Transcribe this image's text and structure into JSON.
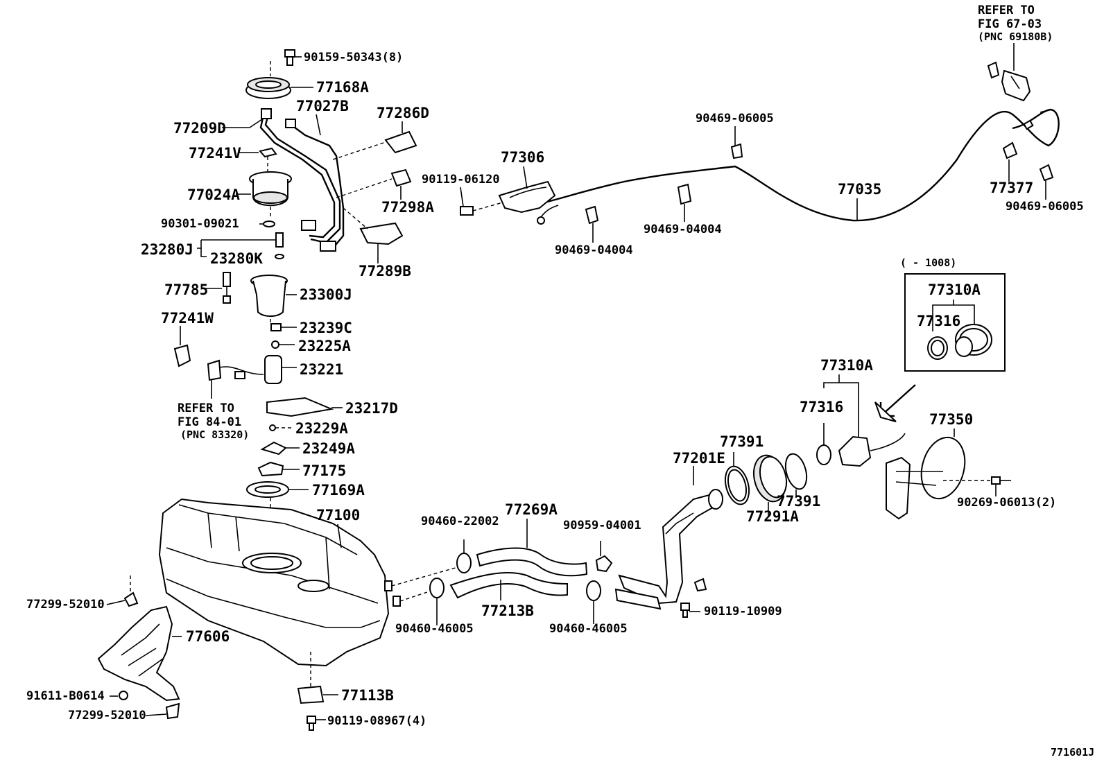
{
  "labels": {
    "refer_top": [
      "REFER TO",
      "FIG 67-03",
      "(PNC 69180B)"
    ],
    "p90159": "90159-50343(8)",
    "p77168A": "77168A",
    "p77027B": "77027B",
    "p77286D": "77286D",
    "p77209D": "77209D",
    "p77241V": "77241V",
    "p77024A": "77024A",
    "p90301": "90301-09021",
    "p23280J": "23280J",
    "p23280K": "23280K",
    "p77298A": "77298A",
    "p77289B": "77289B",
    "p77306": "77306",
    "p90119_06120": "90119-06120",
    "p90469_06005_a": "90469-06005",
    "p77035": "77035",
    "p77377": "77377",
    "p90469_06005_b": "90469-06005",
    "p90469_04004_a": "90469-04004",
    "p90469_04004_b": "90469-04004",
    "p77785": "77785",
    "p23300J": "23300J",
    "p77241W": "77241W",
    "p23239C": "23239C",
    "p23225A": "23225A",
    "p23221": "23221",
    "refer_left": [
      "REFER TO",
      "FIG 84-01",
      "(PNC 83320)"
    ],
    "p23217D": "23217D",
    "p23229A": "23229A",
    "p23249A": "23249A",
    "p77175": "77175",
    "p77169A": "77169A",
    "p77100": "77100",
    "inset_range": "(      - 1008)",
    "inset_77310A": "77310A",
    "inset_77316": "77316",
    "p77310A": "77310A",
    "p77316": "77316",
    "p77350": "77350",
    "p77391_a": "77391",
    "p77201E": "77201E",
    "p77391_b": "77391",
    "p77291A": "77291A",
    "p90269": "90269-06013(2)",
    "p90460_22002": "90460-22002",
    "p77269A": "77269A",
    "p90959": "90959-04001",
    "p77299_a": "77299-52010",
    "p77606": "77606",
    "p90460_46005_a": "90460-46005",
    "p77213B": "77213B",
    "p90460_46005_b": "90460-46005",
    "p90119_10909": "90119-10909",
    "p91611": "91611-B0614",
    "p77299_b": "77299-52010",
    "p77113B": "77113B",
    "p90119_08967": "90119-08967(4)",
    "figure_code": "771601J"
  }
}
